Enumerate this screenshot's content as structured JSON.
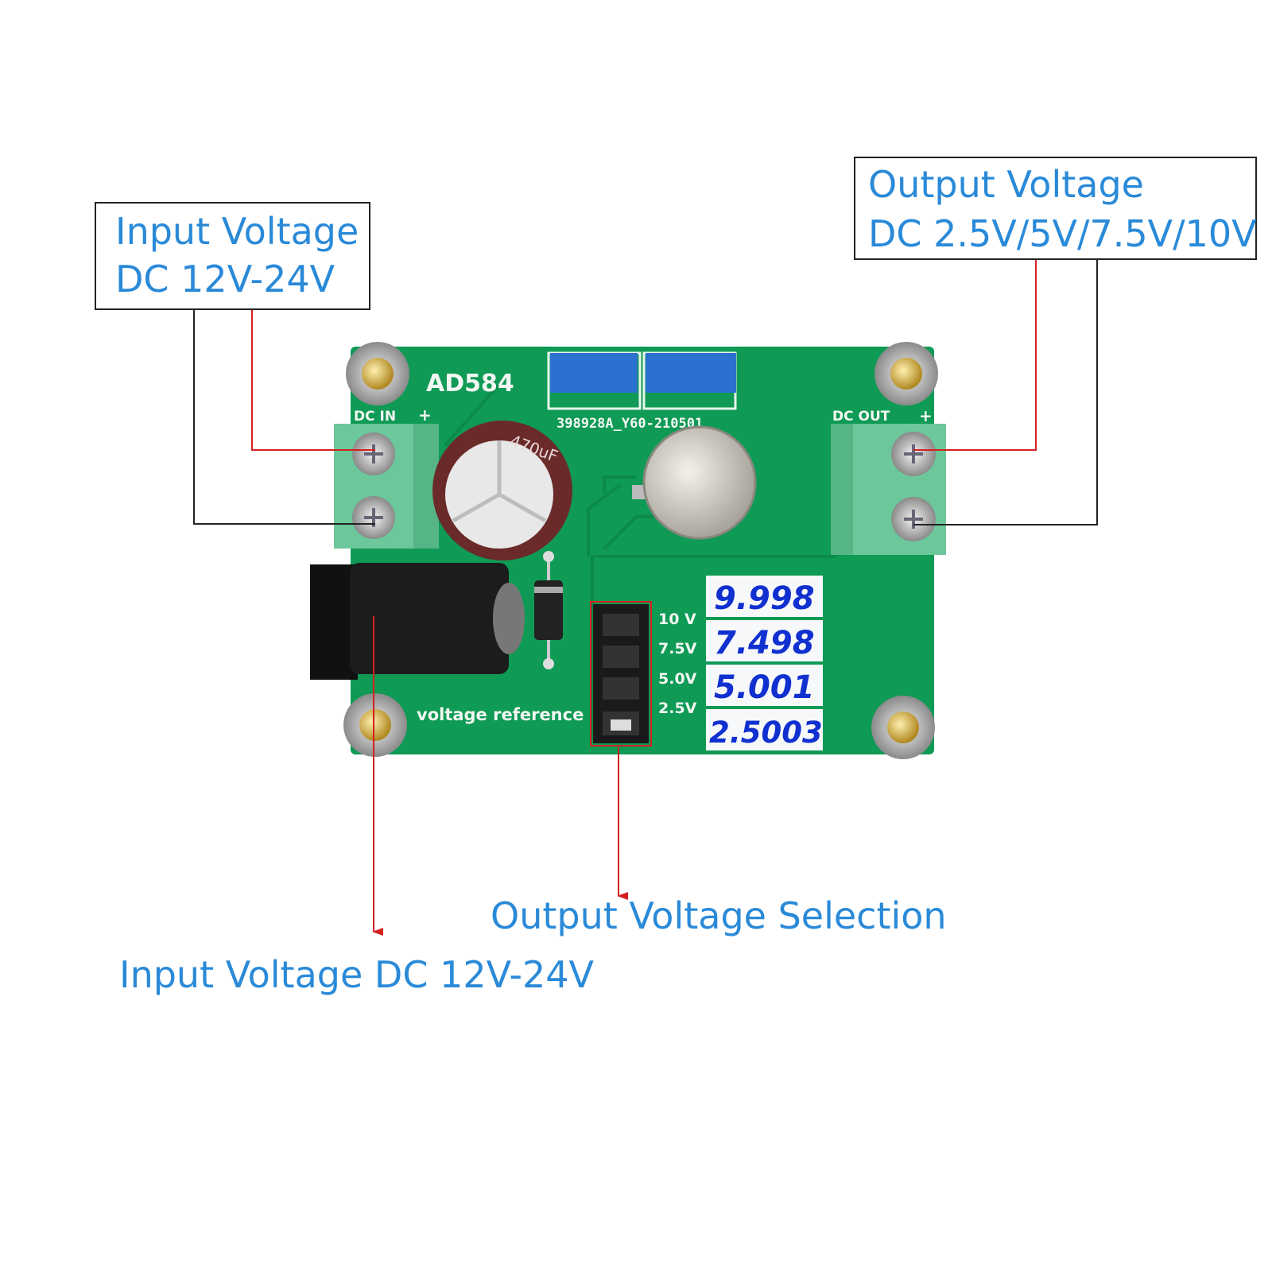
{
  "callouts": {
    "input_box": {
      "line1": "Input Voltage",
      "line2": "DC 12V-24V"
    },
    "output_box": {
      "line1": "Output Voltage",
      "line2": "DC 2.5V/5V/7.5V/10V"
    },
    "output_selection": "Output Voltage Selection",
    "input_jack": "Input Voltage DC 12V-24V"
  },
  "board": {
    "title": "AD584",
    "part_number": "398928A_Y60-210501",
    "dc_in": "DC IN",
    "dc_out": "DC OUT",
    "plus": "+",
    "capacitor": "470uF",
    "footer": "voltage reference",
    "jumper_labels": [
      "10 V",
      "7.5V",
      "5.0V",
      "2.5V"
    ],
    "measured_values": [
      "9.998",
      "7.498",
      "5.001",
      "2.5003"
    ]
  },
  "colors": {
    "callout_text": "#2a8ad8",
    "pcb": "#0f9a55",
    "leader_red": "#d42020"
  }
}
